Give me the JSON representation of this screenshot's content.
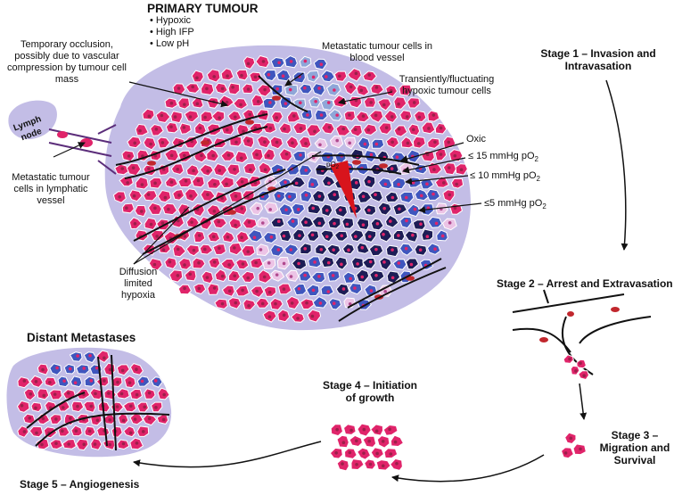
{
  "primary_tumour": {
    "title": "PRIMARY TUMOUR",
    "properties": [
      "Hypoxic",
      "High IFP",
      "Low pH"
    ]
  },
  "labels": {
    "occlusion": "Temporary occlusion, possibly due to vascular compression by tumour cell mass",
    "lymph_node": "Lymph node",
    "lymph_metastasis": "Metastatic tumour cells in lymphatic vessel",
    "blood_metastasis": "Metastatic tumour cells in blood vessel",
    "transient_hypoxia": "Transiently/fluctuating hypoxic tumour cells",
    "oxic": "Oxic",
    "po2_15": "≤ 15 mmHg pO",
    "po2_10": "≤ 10 mmHg pO",
    "po2_5": "≤5 mmHg pO",
    "po2_sub": "2",
    "po2_in_vessel": "pO",
    "diffusion_limited": "Diffusion limited hypoxia"
  },
  "stages": {
    "stage1": "Stage 1 – Invasion and Intravasation",
    "stage2": "Stage 2 – Arrest and Extravasation",
    "stage3": "Stage 3 – Migration and Survival",
    "stage4": "Stage 4 – Initiation of growth",
    "stage5": "Stage 5 – Angiogenesis",
    "distant": "Distant Metastases"
  },
  "colors": {
    "stroma": "#c3bde6",
    "oxic_cell": "#e0246a",
    "mild_hypoxic_cell": "#3f56be",
    "hypoxic_cell": "#1d1d56",
    "light_cell": "#ecc4e6",
    "nucleus": "#9c1f4a",
    "rbc": "#c1272d",
    "gradient_wedge": "#d8141c"
  }
}
